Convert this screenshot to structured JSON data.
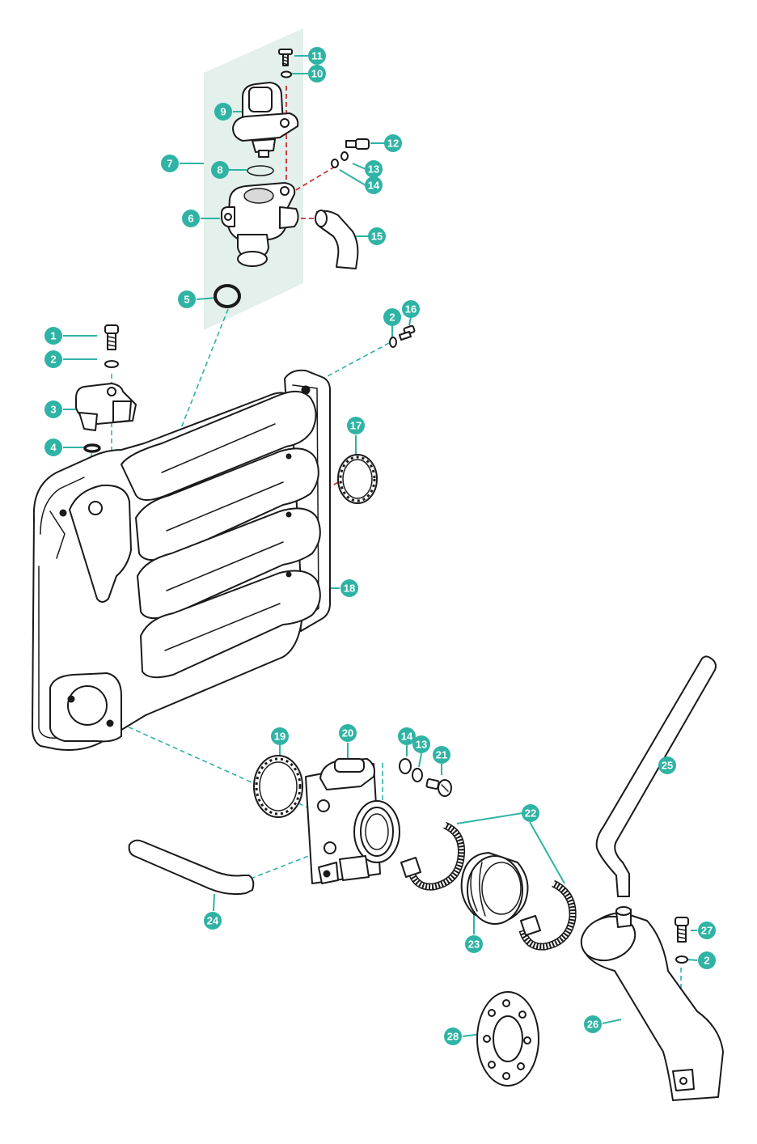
{
  "colors": {
    "callout": "#2fb3a4",
    "panel": "#e3f0ec",
    "leader_dash": "#2fb3a4",
    "alignment_dash": "#c8323c",
    "line": "#1a1a1a"
  },
  "callouts": [
    {
      "id": "c11",
      "label": "11"
    },
    {
      "id": "c10",
      "label": "10"
    },
    {
      "id": "c9",
      "label": "9"
    },
    {
      "id": "c7",
      "label": "7"
    },
    {
      "id": "c8",
      "label": "8"
    },
    {
      "id": "c12",
      "label": "12"
    },
    {
      "id": "c13a",
      "label": "13"
    },
    {
      "id": "c14a",
      "label": "14"
    },
    {
      "id": "c6",
      "label": "6"
    },
    {
      "id": "c15",
      "label": "15"
    },
    {
      "id": "c5",
      "label": "5"
    },
    {
      "id": "c1",
      "label": "1"
    },
    {
      "id": "c2a",
      "label": "2"
    },
    {
      "id": "c3",
      "label": "3"
    },
    {
      "id": "c4",
      "label": "4"
    },
    {
      "id": "c2b",
      "label": "2"
    },
    {
      "id": "c16",
      "label": "16"
    },
    {
      "id": "c17",
      "label": "17"
    },
    {
      "id": "c18",
      "label": "18"
    },
    {
      "id": "c19",
      "label": "19"
    },
    {
      "id": "c20",
      "label": "20"
    },
    {
      "id": "c14b",
      "label": "14"
    },
    {
      "id": "c13b",
      "label": "13"
    },
    {
      "id": "c21",
      "label": "21"
    },
    {
      "id": "c22",
      "label": "22"
    },
    {
      "id": "c25",
      "label": "25"
    },
    {
      "id": "c23",
      "label": "23"
    },
    {
      "id": "c24",
      "label": "24"
    },
    {
      "id": "c27",
      "label": "27"
    },
    {
      "id": "c2c",
      "label": "2"
    },
    {
      "id": "c26",
      "label": "26"
    },
    {
      "id": "c28",
      "label": "28"
    }
  ]
}
